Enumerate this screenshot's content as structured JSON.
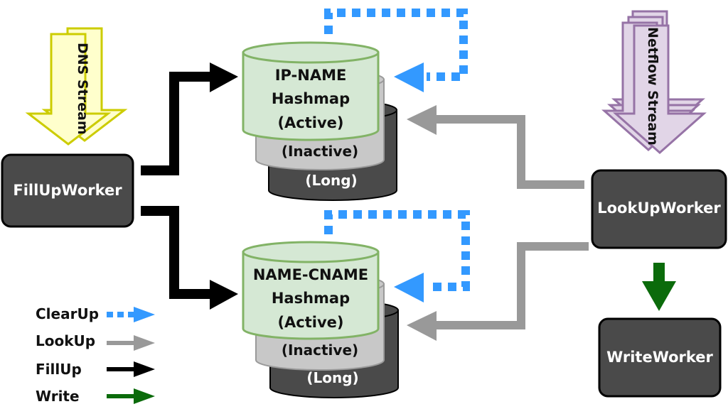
{
  "workers": {
    "fillup": "FillUpWorker",
    "lookup": "LookUpWorker",
    "write": "WriteWorker"
  },
  "streams": {
    "dns": "DNS Stream",
    "netflow": "Netflow Stream"
  },
  "hashmaps": [
    {
      "name": "IP-NAME",
      "subtitle": "Hashmap",
      "active": "(Active)",
      "inactive": "(Inactive)",
      "long": "(Long)"
    },
    {
      "name": "NAME-CNAME",
      "subtitle": "Hashmap",
      "active": "(Active)",
      "inactive": "(Inactive)",
      "long": "(Long)"
    }
  ],
  "legend": {
    "clearup": "ClearUp",
    "lookup": "LookUp",
    "fillup": "FillUp",
    "write": "Write"
  },
  "colors": {
    "clearup": "#3399ff",
    "lookup": "#999999",
    "fillup": "#000000",
    "write": "#0b6b0b",
    "worker_box": "#4a4a4a",
    "active_fill": "#d5e8d4",
    "active_stroke": "#82b366",
    "inactive_fill": "#c8c8c8",
    "long_fill": "#4a4a4a",
    "dns_fill": "#ffffcc",
    "dns_stroke": "#cccc00",
    "netflow_fill": "#e1d5e7",
    "netflow_stroke": "#9673a6"
  }
}
